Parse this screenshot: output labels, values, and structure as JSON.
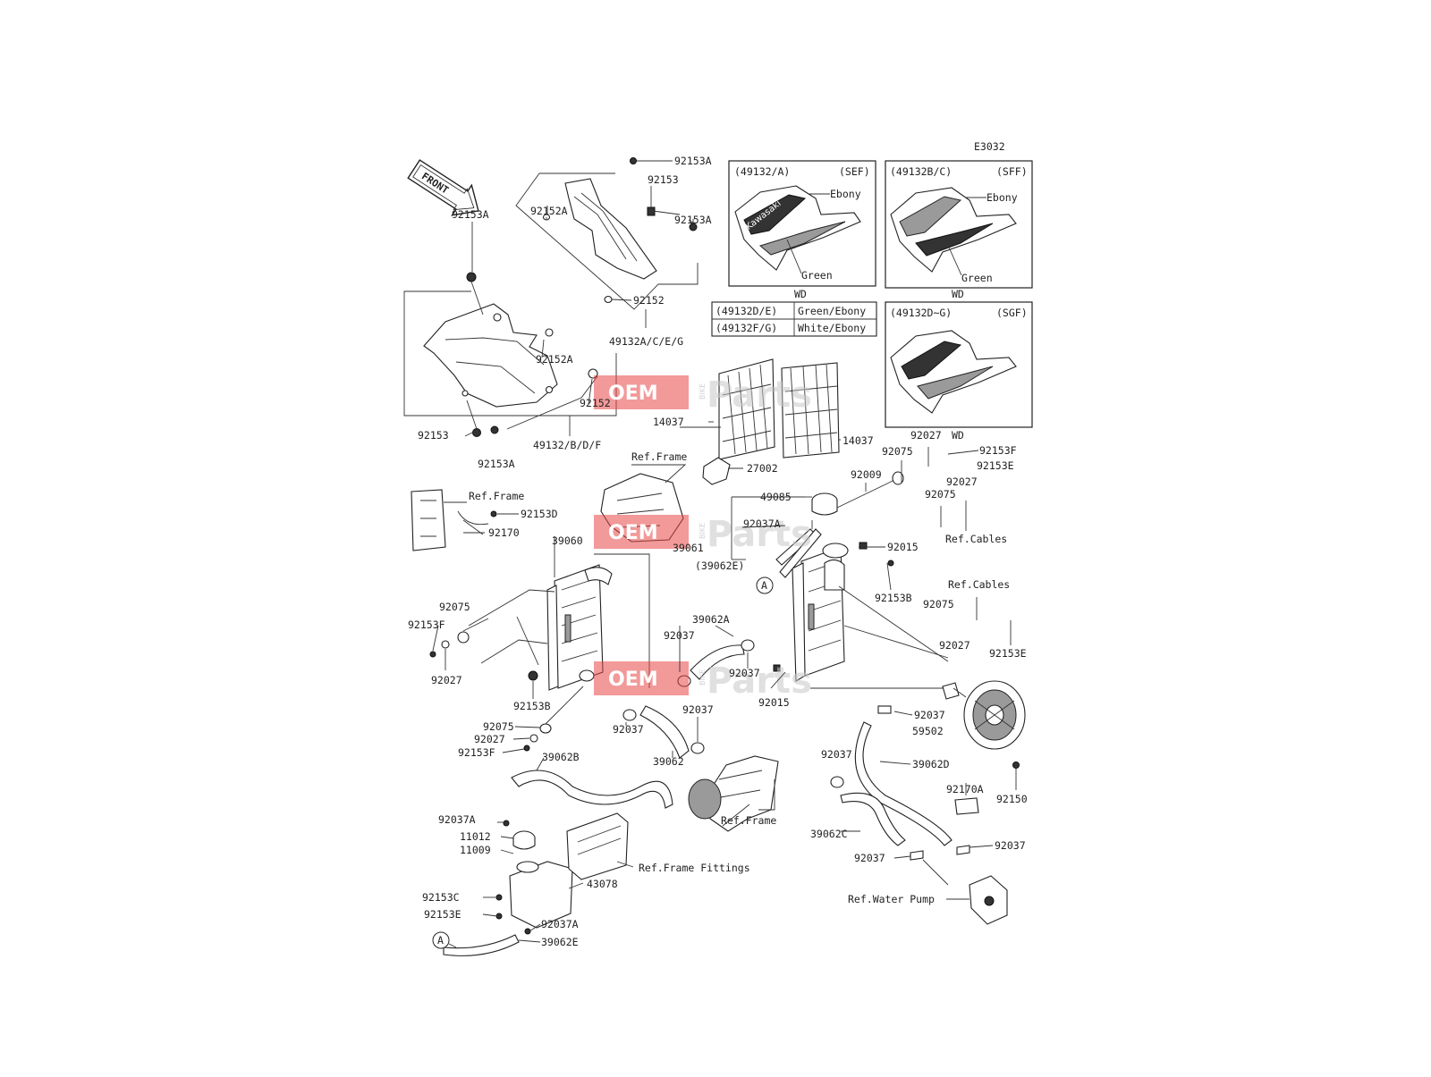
{
  "diagram_code": "E3032",
  "front_label": "FRONT",
  "watermark": {
    "oem": "OEM",
    "bike": "BIKE",
    "parts": "Parts"
  },
  "variants": {
    "sef": {
      "part": "(49132/A)",
      "code": "(SEF)",
      "colors": [
        "Ebony",
        "Green"
      ],
      "logo": "Kawasaki",
      "wd": "WD"
    },
    "sff": {
      "part": "(49132B/C)",
      "code": "(SFF)",
      "colors": [
        "Ebony",
        "Green"
      ],
      "wd": "WD"
    },
    "sgf": {
      "part": "(49132D~G)",
      "code": "(SGF)",
      "wd": "WD"
    }
  },
  "color_table": [
    {
      "part": "(49132D/E)",
      "color": "Green/Ebony"
    },
    {
      "part": "(49132F/G)",
      "color": "White/Ebony"
    }
  ],
  "labels": {
    "p92153A_top": "92153A",
    "p92153_top": "92153",
    "p92152A_a": "92152A",
    "p92153A_b": "92153A",
    "p92152_a": "92152",
    "p49132ACEG": "49132A/C/E/G",
    "p92153A_c": "92153A",
    "p92152A_b": "92152A",
    "p92152_b": "92152",
    "p92153_l": "92153",
    "p92153A_d": "92153A",
    "p49132BDF": "49132/B/D/F",
    "p14037_a": "14037",
    "p14037_b": "14037",
    "refframe_a": "Ref.Frame",
    "p27002": "27002",
    "refframe_b": "Ref.Frame",
    "p92153D": "92153D",
    "p92170": "92170",
    "p39060": "39060",
    "p92075_a": "92075",
    "p92153F_a": "92153F",
    "p92027_a": "92027",
    "p92153B_a": "92153B",
    "p92075_b": "92075",
    "p92027_b": "92027",
    "p92153F_b": "92153F",
    "p39062B": "39062B",
    "p92037A_a": "92037A",
    "p11012": "11012",
    "p11009": "11009",
    "refframefit": "Ref.Frame Fittings",
    "p43078": "43078",
    "p92153C": "92153C",
    "p92153E_a": "92153E",
    "p92037A_b": "92037A",
    "p39062E_a": "39062E",
    "circA_a": "A",
    "p49085": "49085",
    "p92009": "92009",
    "p92037A_c": "92037A",
    "p39061": "39061",
    "p39062E_b": "(39062E)",
    "circA_b": "A",
    "p39062A": "39062A",
    "p92037_a": "92037",
    "p92037_b": "92037",
    "p92037_c": "92037",
    "p92037_d": "92037",
    "p39062": "39062",
    "p92015_a": "92015",
    "p92015_b": "92015",
    "p92153B_b": "92153B",
    "refframe_c": "Ref.Frame",
    "p92027_c": "92027",
    "p92075_c": "92075",
    "p92153F_c": "92153F",
    "p92153E_b": "92153E",
    "p92027_d": "92027",
    "p92075_d": "92075",
    "refcables_a": "Ref.Cables",
    "refcables_b": "Ref.Cables",
    "p92075_e": "92075",
    "p92027_e": "92027",
    "p92153E_c": "92153E",
    "p92037_e": "92037",
    "p59502": "59502",
    "p92150": "92150",
    "p92037_f": "92037",
    "p39062D": "39062D",
    "p92170A": "92170A",
    "p39062C": "39062C",
    "p92037_g": "92037",
    "p92037_h": "92037",
    "refwaterpump": "Ref.Water Pump"
  }
}
